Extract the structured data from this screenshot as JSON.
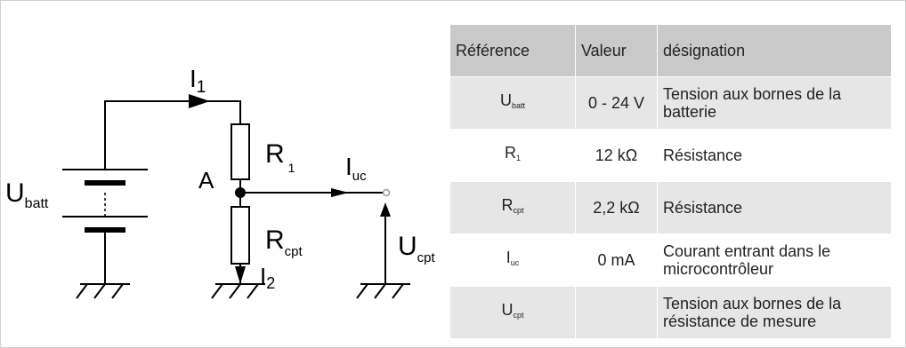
{
  "circuit": {
    "source": {
      "main": "U",
      "sub": "batt"
    },
    "current_1": {
      "main": "I",
      "sub": "1"
    },
    "current_2": {
      "main": "I",
      "sub": "2"
    },
    "current_uc": {
      "main": "I",
      "sub": "uc"
    },
    "resistor_1": {
      "main": "R",
      "sub": "1"
    },
    "resistor_cpt": {
      "main": "R",
      "sub": "cpt"
    },
    "node": "A",
    "voltage_out": {
      "main": "U",
      "sub": "cpt"
    }
  },
  "table": {
    "headers": [
      "Référence",
      "Valeur",
      "désignation"
    ],
    "rows": [
      {
        "ref_main": "U",
        "ref_sub": "batt",
        "value": "0 - 24 V",
        "designation": "Tension aux bornes de la batterie"
      },
      {
        "ref_main": "R",
        "ref_sub": "1",
        "value": "12 kΩ",
        "designation": "Résistance"
      },
      {
        "ref_main": "R",
        "ref_sub": "cpt",
        "value": "2,2 kΩ",
        "designation": "Résistance"
      },
      {
        "ref_main": "I",
        "ref_sub": "uc",
        "value": "0 mA",
        "designation": "Courant entrant dans le microcontrôleur"
      },
      {
        "ref_main": "U",
        "ref_sub": "cpt",
        "value": "",
        "designation": "Tension aux bornes de la résistance de mesure"
      }
    ]
  }
}
